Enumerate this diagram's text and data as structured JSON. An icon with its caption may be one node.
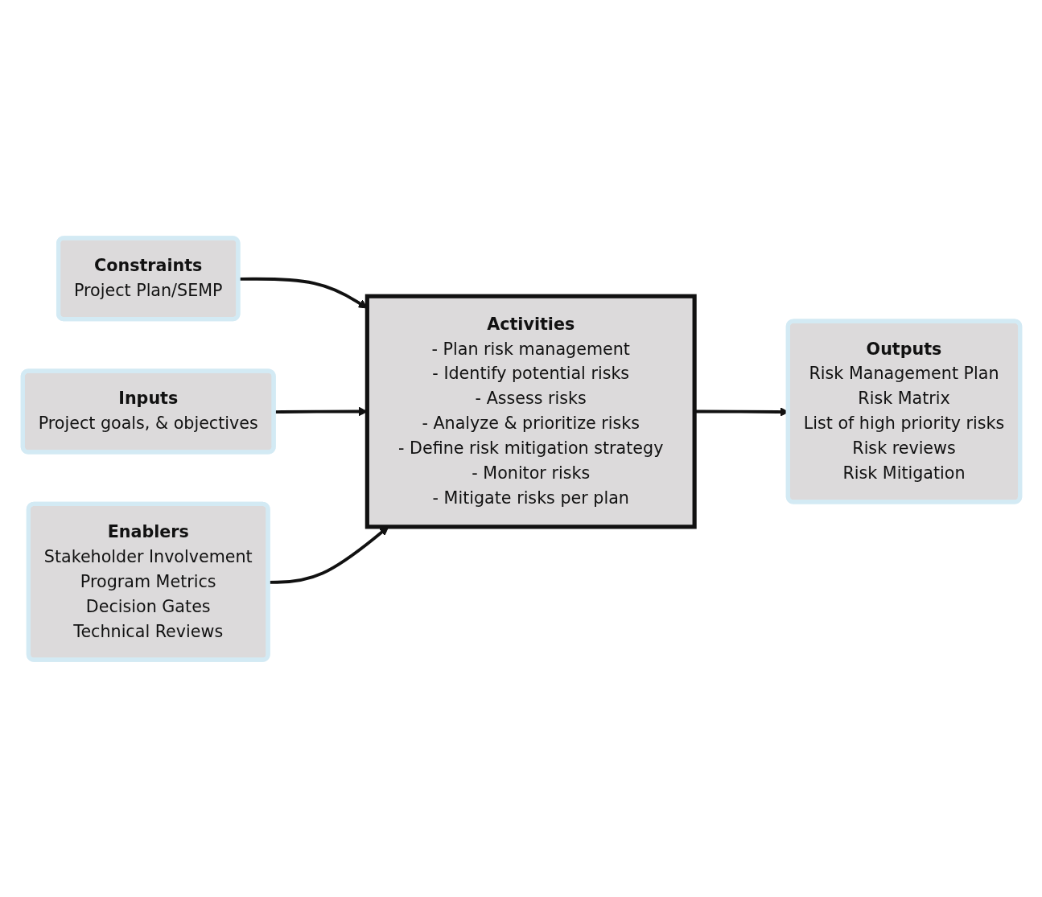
{
  "diagram": {
    "nodes": [
      {
        "text": [
          "Constraints",
          "Project Plan/SEMP"
        ]
      },
      {
        "text": [
          "Inputs",
          "Project goals, & objectives"
        ]
      },
      {
        "text": [
          "Activities",
          "- Plan risk management",
          "- Identify potential risks",
          "- Assess risks",
          "- Analyze & prioritize risks",
          "- Define risk mitigation strategy",
          "- Monitor risks",
          "- Mitigate risks per plan"
        ]
      },
      {
        "text": [
          "Outputs",
          "Risk Management Plan",
          "Risk Matrix",
          "List of high priority risks",
          "Risk reviews",
          "Risk Mitigation"
        ]
      },
      {
        "text": [
          "Enablers",
          "Stakeholder Involvement",
          "Program Metrics",
          "Decision Gates",
          "Technical Reviews"
        ]
      }
    ],
    "edges": [
      {
        "from": 0,
        "to": 2,
        "arrow": "to"
      },
      {
        "from": 1,
        "to": 2,
        "arrow": "to"
      },
      {
        "from": 2,
        "to": 3,
        "arrow": "to"
      },
      {
        "from": 4,
        "to": 2,
        "arrow": "to"
      }
    ]
  }
}
